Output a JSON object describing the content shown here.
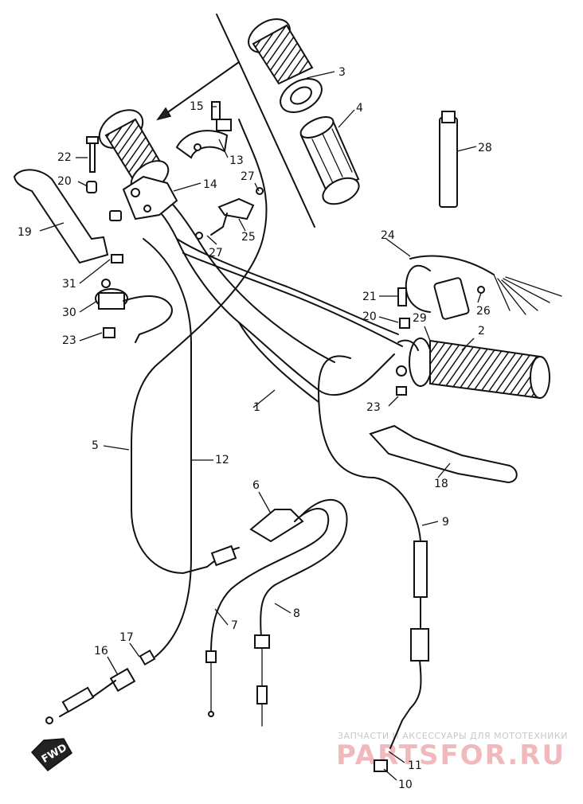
{
  "callouts": [
    {
      "id": "1",
      "text": "1"
    },
    {
      "id": "2",
      "text": "2"
    },
    {
      "id": "3",
      "text": "3"
    },
    {
      "id": "4",
      "text": "4"
    },
    {
      "id": "5",
      "text": "5"
    },
    {
      "id": "6",
      "text": "6"
    },
    {
      "id": "7",
      "text": "7"
    },
    {
      "id": "8",
      "text": "8"
    },
    {
      "id": "9",
      "text": "9"
    },
    {
      "id": "10",
      "text": "10"
    },
    {
      "id": "11",
      "text": "11"
    },
    {
      "id": "12",
      "text": "12"
    },
    {
      "id": "13",
      "text": "13"
    },
    {
      "id": "14",
      "text": "14"
    },
    {
      "id": "15",
      "text": "15"
    },
    {
      "id": "16",
      "text": "16"
    },
    {
      "id": "17",
      "text": "17"
    },
    {
      "id": "18",
      "text": "18"
    },
    {
      "id": "19",
      "text": "19"
    },
    {
      "id": "20a",
      "text": "20"
    },
    {
      "id": "20b",
      "text": "20"
    },
    {
      "id": "21",
      "text": "21"
    },
    {
      "id": "22",
      "text": "22"
    },
    {
      "id": "23a",
      "text": "23"
    },
    {
      "id": "23b",
      "text": "23"
    },
    {
      "id": "24",
      "text": "24"
    },
    {
      "id": "25",
      "text": "25"
    },
    {
      "id": "26",
      "text": "26"
    },
    {
      "id": "27a",
      "text": "27"
    },
    {
      "id": "27b",
      "text": "27"
    },
    {
      "id": "28",
      "text": "28"
    },
    {
      "id": "29",
      "text": "29"
    },
    {
      "id": "30",
      "text": "30"
    },
    {
      "id": "31",
      "text": "31"
    }
  ],
  "direction_label": "FWD",
  "watermark": {
    "tagline": "ЗАПЧАСТИ И АКСЕССУАРЫ ДЛЯ МОТОТЕХНИКИ",
    "brand": "PARTSFOR.RU"
  },
  "colors": {
    "ink": "#111111",
    "watermark_brand": "#f2b9bd",
    "watermark_tagline": "#c8c8c8"
  }
}
